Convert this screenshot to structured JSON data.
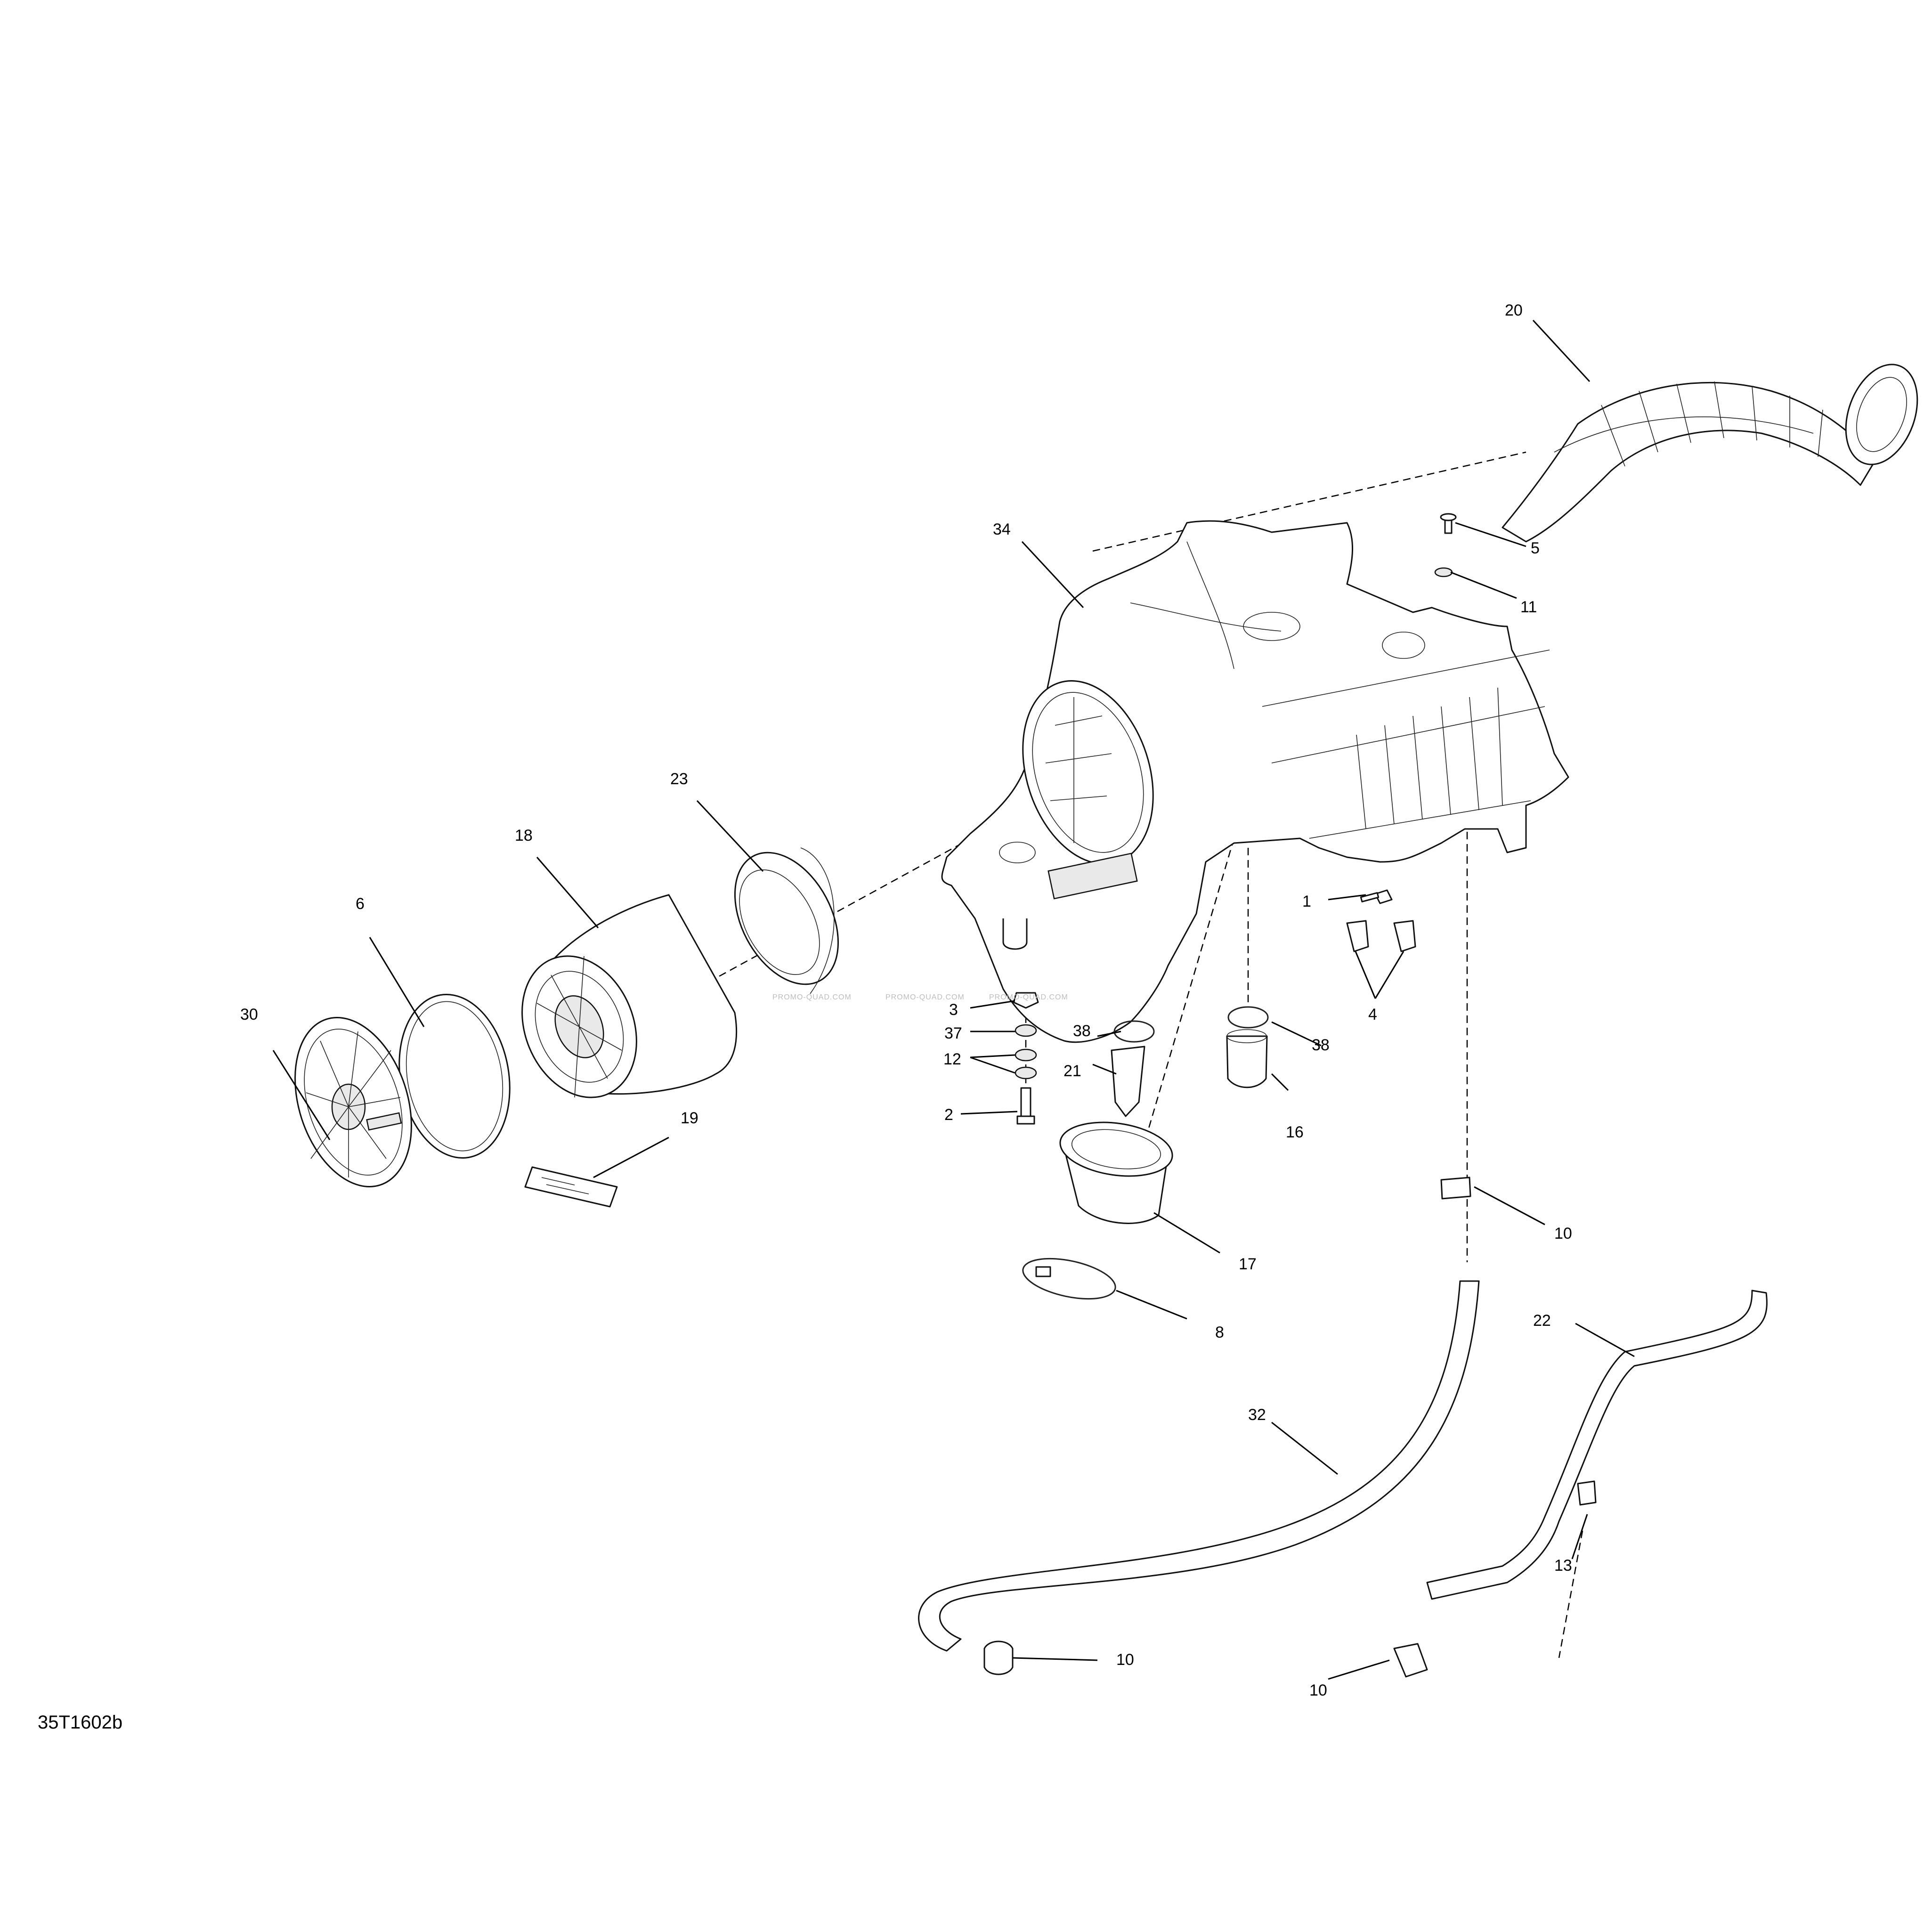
{
  "diagram": {
    "reference_code": "35T1602b",
    "watermark": "PROMO-QUAD.COM",
    "callouts": [
      "20",
      "5",
      "11",
      "34",
      "23",
      "18",
      "6",
      "30",
      "1",
      "4",
      "3",
      "37",
      "38",
      "21",
      "12",
      "2",
      "38",
      "16",
      "19",
      "10",
      "17",
      "8",
      "22",
      "32",
      "13",
      "10",
      "10"
    ]
  }
}
